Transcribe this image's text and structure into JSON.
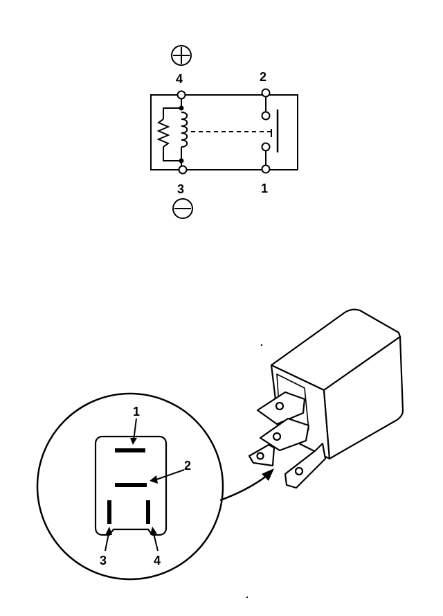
{
  "schematic": {
    "terminal_top_left": "4",
    "terminal_top_right": "2",
    "terminal_bottom_left": "3",
    "terminal_bottom_right": "1",
    "positive_symbol": "plus-circle-icon",
    "negative_symbol": "minus-circle-icon"
  },
  "pin_view": {
    "pin_1_label": "1",
    "pin_2_label": "2",
    "pin_3_label": "3",
    "pin_4_label": "4"
  },
  "colors": {
    "ink": "#000000",
    "paper": "#ffffff"
  }
}
